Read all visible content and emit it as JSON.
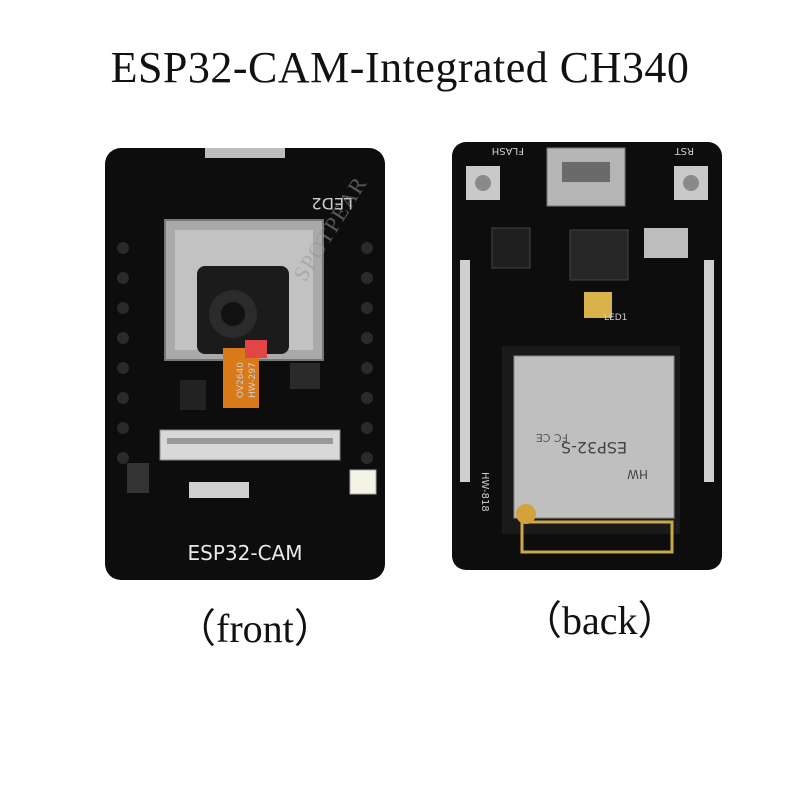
{
  "title": "ESP32-CAM-Integrated CH340",
  "front": {
    "caption": "（front）",
    "silkscreen": "ESP32-CAM",
    "led_label": "LED2",
    "camera_label": "OV2640",
    "camera_code": "HW-297"
  },
  "back": {
    "caption": "（back）",
    "flash_label": "FLASH",
    "rst_label": "RST",
    "module_name": "ESP32-S",
    "module_brand": "HW",
    "board_code": "HW-818",
    "led_label": "LED1",
    "fcc_label": "FC CE"
  },
  "watermark": "SPOTPEAR",
  "colors": {
    "board": "#0d0d0d",
    "gold": "#c9a84c",
    "silver": "#b8b8b8"
  }
}
